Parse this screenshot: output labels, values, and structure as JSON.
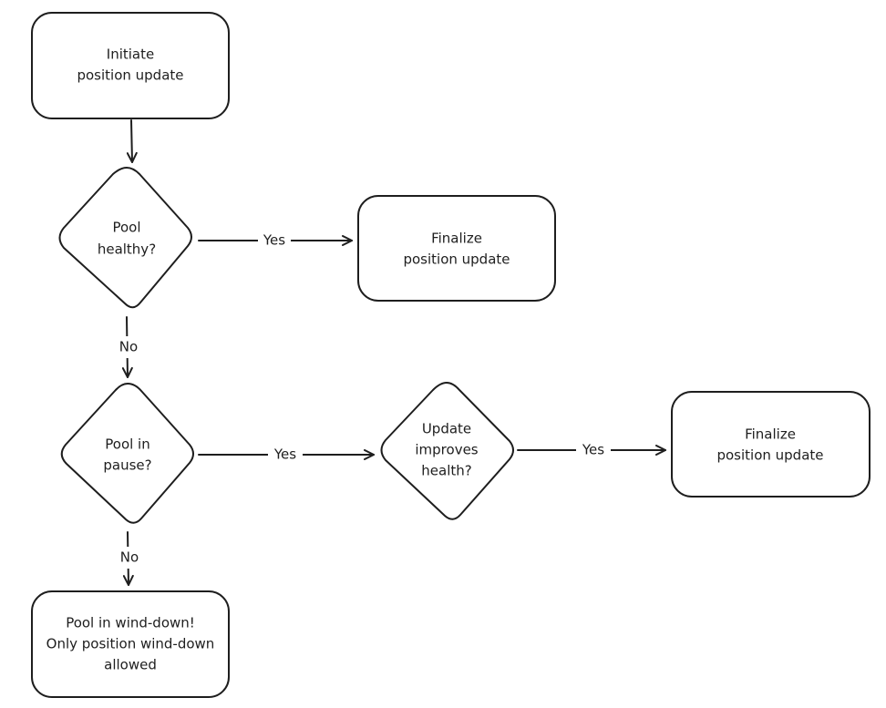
{
  "nodes": {
    "initiate": {
      "lines": [
        "Initiate",
        "position update"
      ]
    },
    "pool_healthy": {
      "lines": [
        "Pool",
        "healthy?"
      ]
    },
    "finalize_1": {
      "lines": [
        "Finalize",
        "position update"
      ]
    },
    "pool_pause": {
      "lines": [
        "Pool in",
        "pause?"
      ]
    },
    "improves_health": {
      "lines": [
        "Update",
        "improves",
        "health?"
      ]
    },
    "finalize_2": {
      "lines": [
        "Finalize",
        "position update"
      ]
    },
    "wind_down": {
      "lines": [
        "Pool in wind-down!",
        "Only position wind-down",
        "allowed"
      ]
    }
  },
  "edges": {
    "healthy_yes": "Yes",
    "healthy_no": "No",
    "pause_yes": "Yes",
    "pause_no": "No",
    "improves_yes": "Yes"
  },
  "colors": {
    "stroke": "#1e1e1e",
    "background": "#ffffff"
  }
}
